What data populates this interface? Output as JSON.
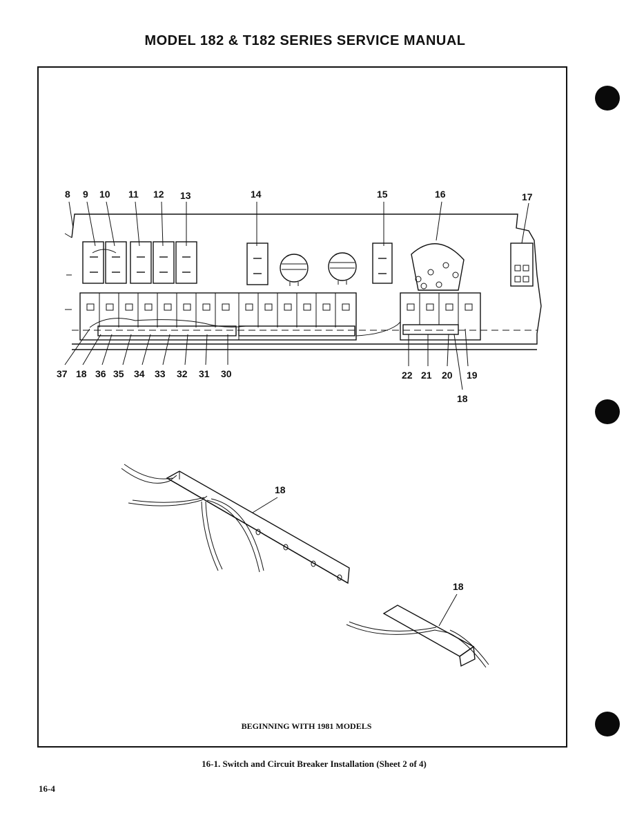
{
  "header": {
    "title": "MODEL 182 & T182 SERIES SERVICE MANUAL"
  },
  "figure": {
    "callouts_top": [
      "8",
      "9",
      "10",
      "11",
      "12",
      "13",
      "14",
      "15",
      "16",
      "17"
    ],
    "callouts_bottom": [
      "37",
      "18",
      "36",
      "35",
      "34",
      "33",
      "32",
      "31",
      "30",
      "22",
      "21",
      "20",
      "19",
      "18"
    ],
    "detail_callouts": [
      "18",
      "18"
    ],
    "note": "BEGINNING WITH 1981 MODELS"
  },
  "caption": "16-1.  Switch and Circuit Breaker Installation (Sheet 2 of 4)",
  "page_number": "16-4",
  "colors": {
    "ink": "#111111",
    "paper": "#ffffff"
  }
}
